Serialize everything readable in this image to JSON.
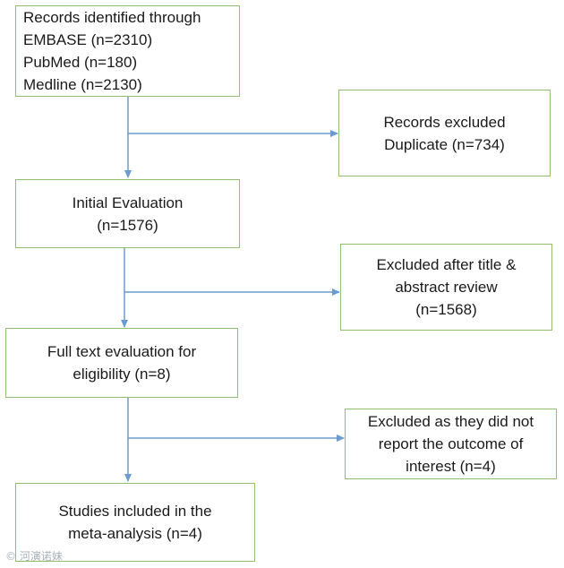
{
  "flowchart": {
    "records_identified": {
      "line1": "Records identified through",
      "line2": "EMBASE (n=2310)",
      "line3": "PubMed (n=180)",
      "line4": "Medline (n=2130)"
    },
    "records_excluded": {
      "line1": "Records excluded",
      "line2": "Duplicate (n=734)"
    },
    "initial_evaluation": {
      "line1": "Initial Evaluation",
      "line2": "(n=1576)"
    },
    "excluded_title_abstract": {
      "line1": "Excluded after title &",
      "line2": "abstract review",
      "line3": "(n=1568)"
    },
    "full_text_evaluation": {
      "line1": "Full text evaluation for",
      "line2": "eligibility (n=8)"
    },
    "excluded_outcome": {
      "line1": "Excluded as they did not",
      "line2": "report the outcome of",
      "line3": "interest (n=4)"
    },
    "studies_included": {
      "line1": "Studies included in the",
      "line2": "meta-analysis (n=4)"
    }
  },
  "watermark": "© 河演诺妹",
  "colors": {
    "box_border": "#8fbf6a",
    "arrow": "#6a9bd1"
  }
}
